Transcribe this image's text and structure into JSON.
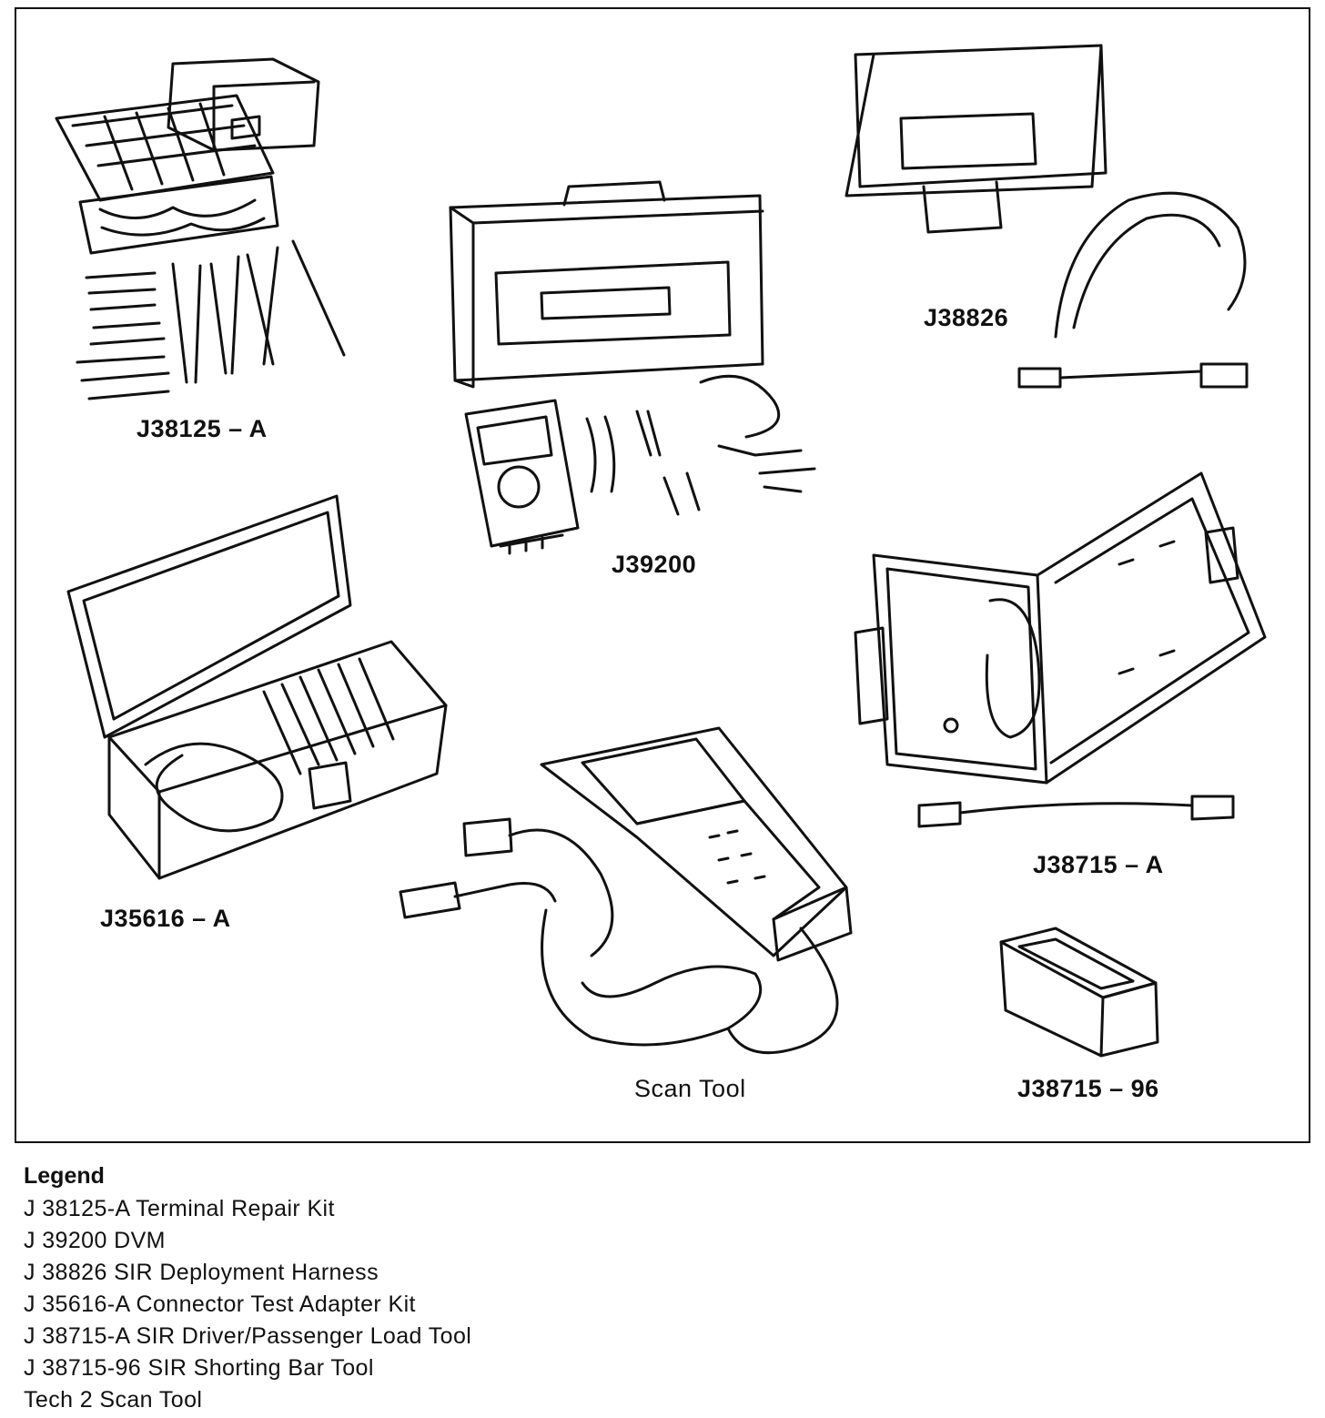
{
  "figure": {
    "callouts": {
      "j38125a": "J38125 – A",
      "j39200": "J39200",
      "j38826": "J38826",
      "j35616a": "J35616 – A",
      "j38715a": "J38715 – A",
      "scan_tool": "Scan Tool",
      "j38715_96": "J38715 – 96"
    }
  },
  "legend": {
    "title": "Legend",
    "items": [
      "J 38125-A Terminal Repair Kit",
      "J 39200 DVM",
      "J 38826 SIR Deployment Harness",
      "J 35616-A Connector Test Adapter Kit",
      "J 38715-A SIR Driver/Passenger Load Tool",
      "J 38715-96 SIR Shorting Bar Tool",
      "Tech 2 Scan Tool"
    ]
  }
}
